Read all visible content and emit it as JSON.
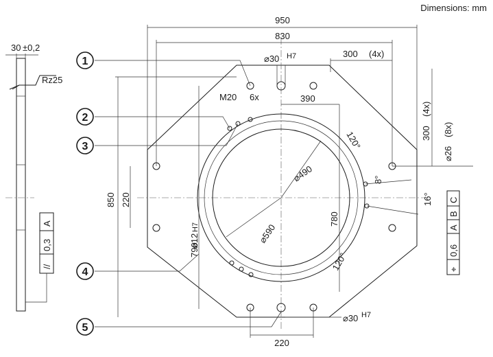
{
  "units_note": "Dimensions: mm",
  "side_view": {
    "thickness": "30",
    "tolerance": "±0,2",
    "roughness": "Rz25",
    "parallelism": {
      "symbol": "//",
      "value": "0,3",
      "datum": "A"
    }
  },
  "dimensions": {
    "width_outer": "950",
    "width_inner": "830",
    "pin_bore_dia": "⌀30",
    "pin_bore_fit": "H7",
    "hole_pitch": "300",
    "hole_pitch_count": "(4x)",
    "thread": "M20",
    "thread_count": "6x",
    "half_width": "390",
    "pitch_angle": "120°",
    "hole_dia": "⌀26",
    "hole_dia_count": "(8x)",
    "vertical_pitch": "300",
    "vertical_pitch_count": "(4x)",
    "inner_circle": "⌀490",
    "outer_circle": "⌀590",
    "angle_small": "8°",
    "angle_large": "16°",
    "height_outer": "850",
    "height_small": "220",
    "height_mid": "780",
    "height_790": "790",
    "bore_12": "⌀12",
    "bore_12_fit": "H7",
    "pitch_angle_2": "120°",
    "bottom_pin": "⌀30",
    "bottom_pin_fit": "H7",
    "bottom_width": "220"
  },
  "position_frame": {
    "symbol": "⌖",
    "value": "0,6",
    "datums": [
      "A",
      "B",
      "C"
    ]
  },
  "callouts": [
    "1",
    "2",
    "3",
    "4",
    "5"
  ]
}
